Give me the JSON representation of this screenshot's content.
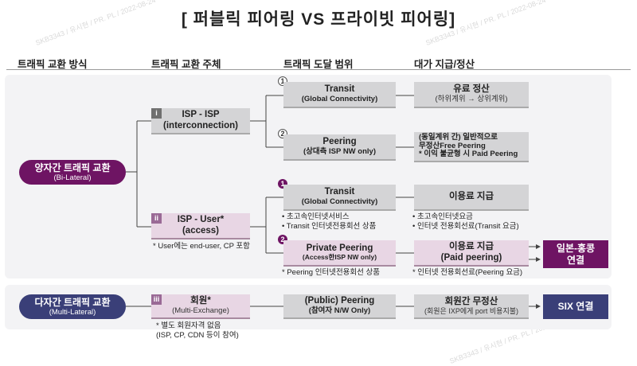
{
  "title": "[ 퍼블릭 피어링 VS 프라이빗 피어링]",
  "headers": [
    "트래픽 교환 방식",
    "트래픽 교환 주체",
    "트래픽 도달 범위",
    "대가 지급/정산"
  ],
  "watermark": "SKB3343 / 유시현 / PR. PL / 2022-08-24",
  "bilateral": {
    "title": "양자간 트래픽 교환",
    "sub": "(Bi-Lateral)",
    "color": "#6e1463"
  },
  "multilateral": {
    "title": "다자간 트래픽 교환",
    "sub": "(Multi-Lateral)",
    "color": "#3a3f78"
  },
  "subject_i": {
    "tag": "i",
    "title": "ISP - ISP",
    "sub": "(interconnection)"
  },
  "subject_ii": {
    "tag": "ii",
    "title": "ISP - User*",
    "sub": "(access)",
    "note": "* User에는 end-user, CP 포함"
  },
  "subject_iii": {
    "tag": "iii",
    "title": "회원*",
    "sub": "(Multi-Exchange)",
    "note1": "* 별도 회원자격 없음",
    "note2": "(ISP, CP, CDN 등이 참여)"
  },
  "reach": {
    "r1": {
      "num": "1",
      "title": "Transit",
      "sub": "(Global Connectivity)"
    },
    "r2": {
      "num": "2",
      "title": "Peering",
      "sub": "(상대측 ISP NW only)"
    },
    "r3": {
      "num": "1",
      "title": "Transit",
      "sub": "(Global Connectivity)",
      "note1": "• 초고속인터넷서비스",
      "note2": "• Transit 인터넷전용회선 상품"
    },
    "r4": {
      "num": "2",
      "title": "Private Peering",
      "sub": "(Access한ISP NW only)",
      "note": "* Peering 인터넷전용회선 상품"
    },
    "r5": {
      "title": "(Public) Peering",
      "sub": "(참여자 N/W Only)"
    }
  },
  "payment": {
    "p1": {
      "title": "유료 정산",
      "sub": "(하위계위 → 상위계위)"
    },
    "p2": {
      "line1": "(동일계위 간) 일반적으로",
      "line2": "무정산Free Peering",
      "line3": "* 이익 불균형 시 Paid Peering"
    },
    "p3": {
      "title": "이용료 지급",
      "note1": "• 초고속인터넷요금",
      "note2": "• 인터넷 전용회선료(Transit 요금)"
    },
    "p4": {
      "title": "이용료 지급",
      "sub": "(Paid peering)",
      "note": "* 인터넷 전용회선료(Peering 요금)"
    },
    "p5": {
      "title": "회원간 무정산",
      "sub": "(회원은 IXP에게 port 비용지불)"
    }
  },
  "outcomes": {
    "japan": "일본-홍콩",
    "japan2": "연결",
    "six": "SIX 연결"
  }
}
